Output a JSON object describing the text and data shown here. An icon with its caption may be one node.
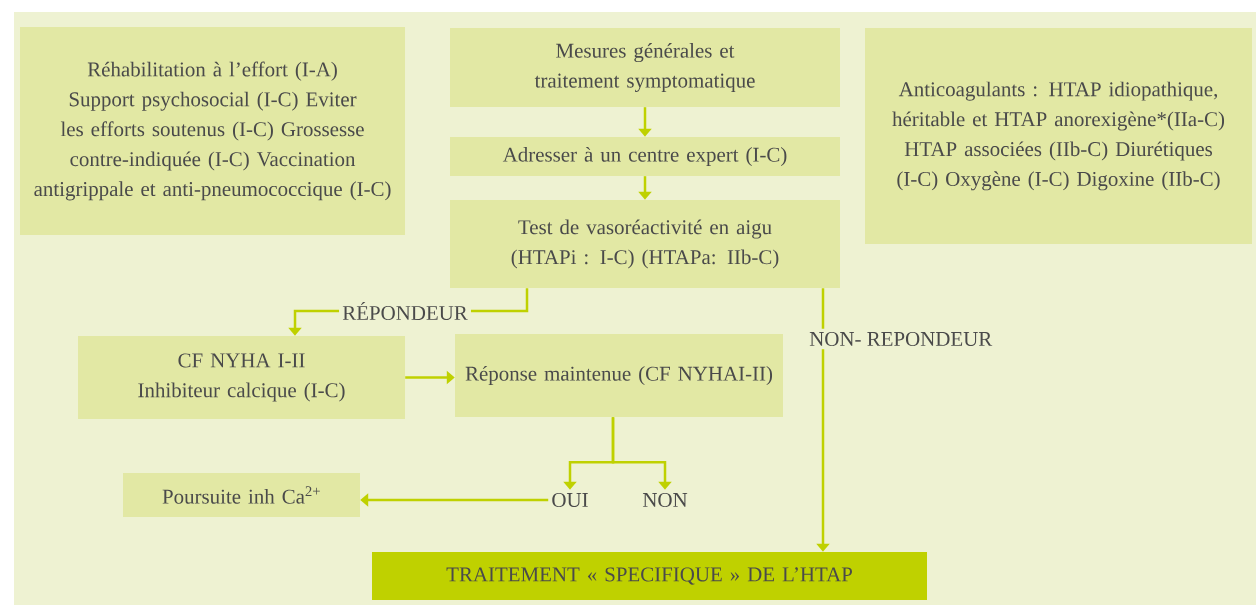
{
  "diagram": {
    "nodes": [
      {
        "text": [
          "Réhabilitation à l’effort (I-A) Support psychosocial (I-C) Eviter les efforts soutenus (I-C) Grossesse contre-indiquée (I-C) Vaccination antigrippale et anti-pneumococcique (I-C)"
        ]
      },
      {
        "text": [
          "Mesures générales et traitement symptomatique"
        ]
      },
      {
        "text": [
          "Adresser à un centre expert (I-C)"
        ]
      },
      {
        "text": [
          "Test de vasoréactivité en aigu (HTAPi : I-C) (HTAPa: IIb-C)"
        ]
      },
      {
        "text": [
          "Anticoagulants : HTAP idiopathique, héritable et HTAP anorexigène*(IIa-C) HTAP associées (IIb-C) Diurétiques (I-C) Oxygène (I-C) Digoxine (IIb-C)"
        ]
      },
      {
        "text": [
          "CF NYHA I-II  Inhibiteur calcique (I-C)"
        ]
      },
      {
        "text": [
          "Réponse maintenue (CF NYHAI-II)"
        ]
      },
      {
        "text": [
          "Poursuite inh Ca$^{2+}$"
        ]
      },
      {
        "text": [
          "TRAITEMENT « SPECIFIQUE » DE L’HTAP"
        ]
      },
      {
        "text": [
          "RÉPONDEUR"
        ]
      },
      {
        "text": [
          "NON- REPONDEUR"
        ]
      },
      {
        "text": [
          "OUI"
        ]
      },
      {
        "text": [
          "NON"
        ]
      }
    ],
    "edges": [
      {
        "from": 1,
        "to": 2,
        "arrow": "to"
      },
      {
        "from": 2,
        "to": 3,
        "arrow": "to"
      },
      {
        "from": 3,
        "to": 9,
        "arrow": "none"
      },
      {
        "from": 9,
        "to": 5,
        "arrow": "to"
      },
      {
        "from": 3,
        "to": 10,
        "arrow": "none"
      },
      {
        "from": 10,
        "to": 8,
        "arrow": "to"
      },
      {
        "from": 5,
        "to": 6,
        "arrow": "to"
      },
      {
        "from": 6,
        "to": 11,
        "arrow": "to"
      },
      {
        "from": 6,
        "to": 12,
        "arrow": "to"
      },
      {
        "from": 11,
        "to": 7,
        "arrow": "to"
      }
    ]
  }
}
